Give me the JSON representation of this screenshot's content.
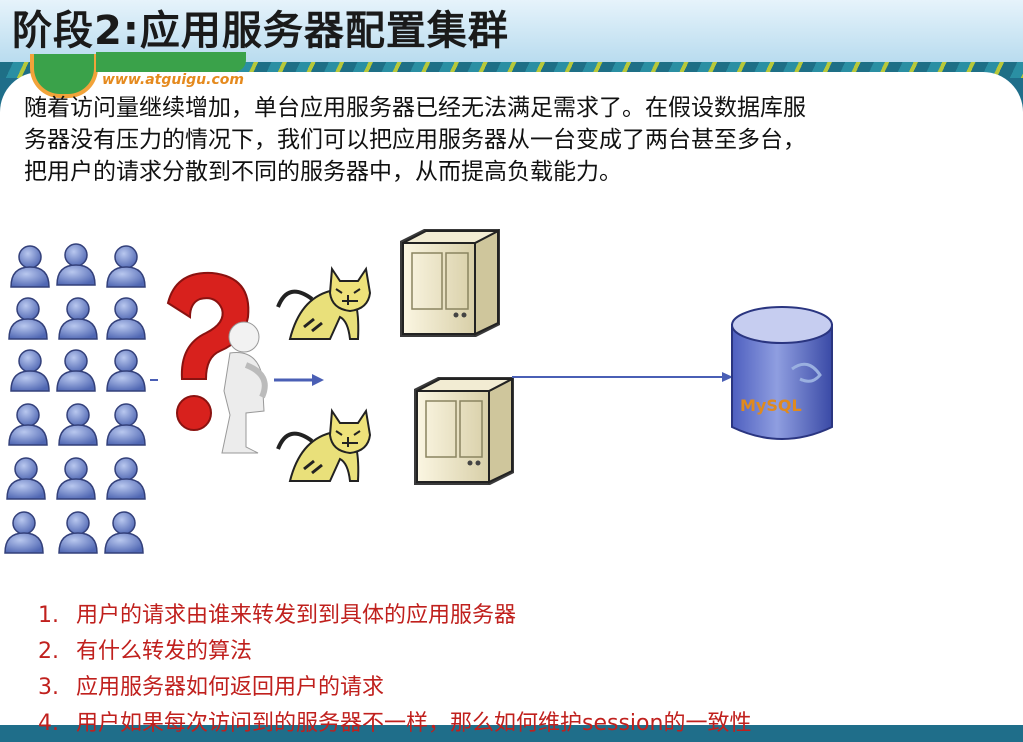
{
  "slide": {
    "title": "阶段2:应用服务器配置集群",
    "logo_url": "www.atguigu.com",
    "intro_lines": [
      "随着访问量继续增加，单台应用服务器已经无法满足需求了。在假设数据库服",
      "务器没有压力的情况下，我们可以把应用服务器从一台变成了两台甚至多台，",
      "把用户的请求分散到不同的服务器中，从而提高负载能力。"
    ]
  },
  "diagram": {
    "database_label": "MySQL"
  },
  "issues": [
    {
      "number": "1.",
      "text": "用户的请求由谁来转发到到具体的应用服务器"
    },
    {
      "number": "2.",
      "text": "有什么转发的算法"
    },
    {
      "number": "3.",
      "text": "应用服务器如何返回用户的请求"
    },
    {
      "number": "4.",
      "text": "用户如果每次访问到的服务器不一样，那么如何维护session的一致性"
    }
  ],
  "colors": {
    "accent_red": "#c0201d",
    "user_blue": "#6f86c9",
    "arrow_blue": "#4a5fb5"
  }
}
